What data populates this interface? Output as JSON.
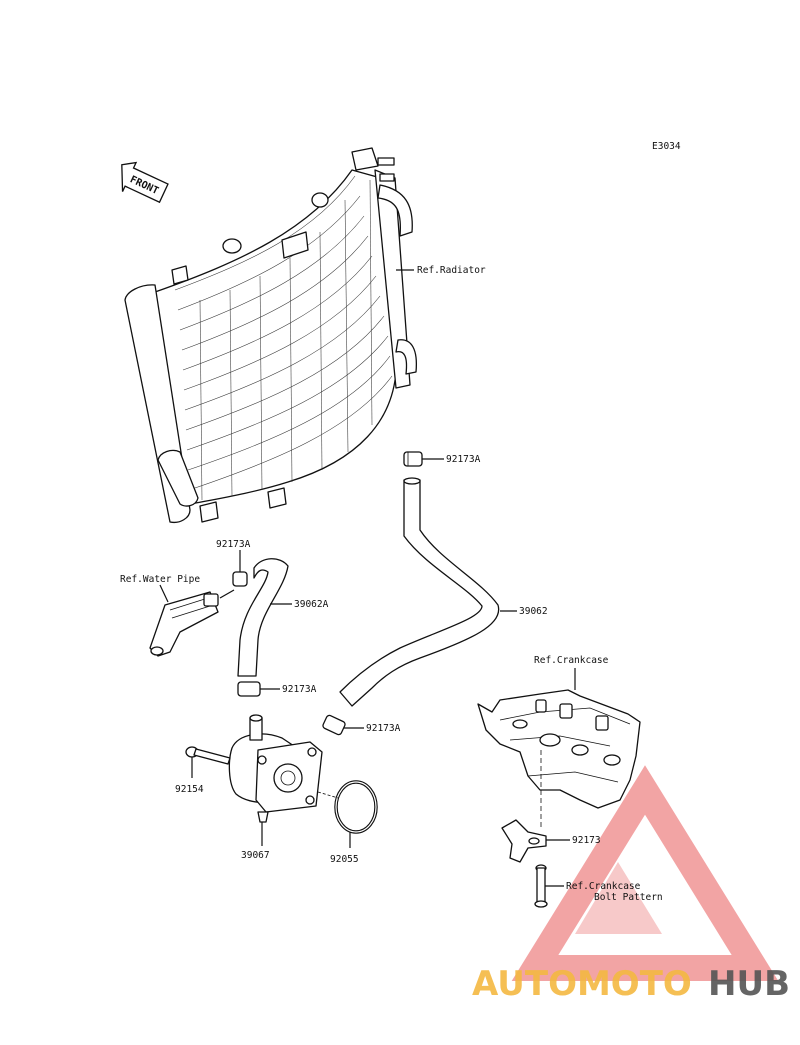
{
  "diagram_code": "E3034",
  "front_label": "FRONT",
  "labels": {
    "ref_radiator": "Ref.Radiator",
    "clamp_top": "92173A",
    "clamp_left_top": "92173A",
    "ref_water_pipe": "Ref.Water Pipe",
    "hose_short": "39062A",
    "hose_long": "39062",
    "clamp_mid": "92173A",
    "clamp_right": "92173A",
    "bolt": "92154",
    "cooler": "39067",
    "oring": "92055",
    "ref_crankcase": "Ref.Crankcase",
    "bracket": "92173",
    "ref_crankcase_bolt_1": "Ref.Crankcase",
    "ref_crankcase_bolt_2": "Bolt Pattern"
  },
  "watermark": {
    "part1": "AUTOMOTO",
    "part2": "HUB",
    "color1": "#f4b942",
    "color2": "#555555",
    "triangle_color": "#e85a5a"
  }
}
